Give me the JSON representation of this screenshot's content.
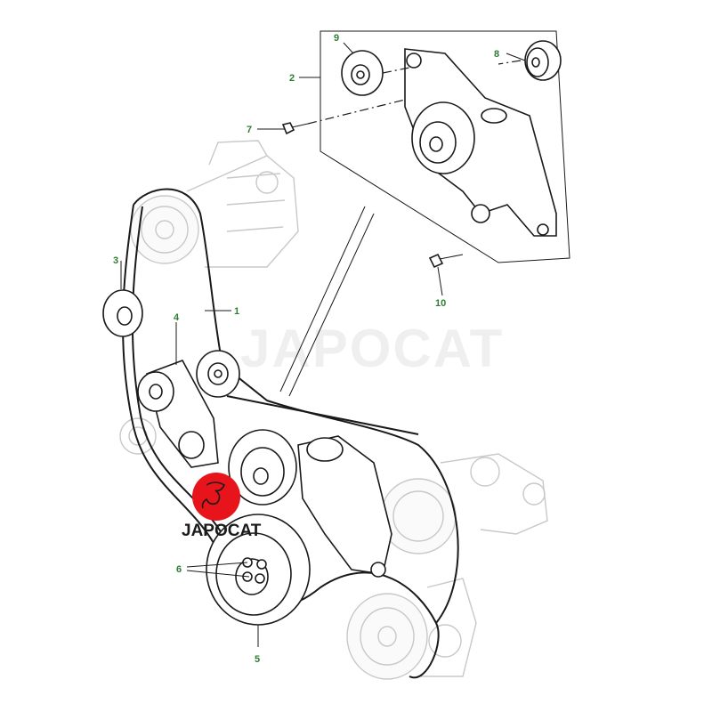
{
  "watermark": "JAPOCAT",
  "logo": {
    "text": "JAPOCAT",
    "color": "#e8141b"
  },
  "callouts": [
    "1",
    "2",
    "3",
    "4",
    "5",
    "6",
    "7",
    "8",
    "9",
    "10"
  ],
  "colors": {
    "callout": "#2e7d32",
    "line": "#1a1a1a",
    "ghost": "#c8c8c8"
  }
}
